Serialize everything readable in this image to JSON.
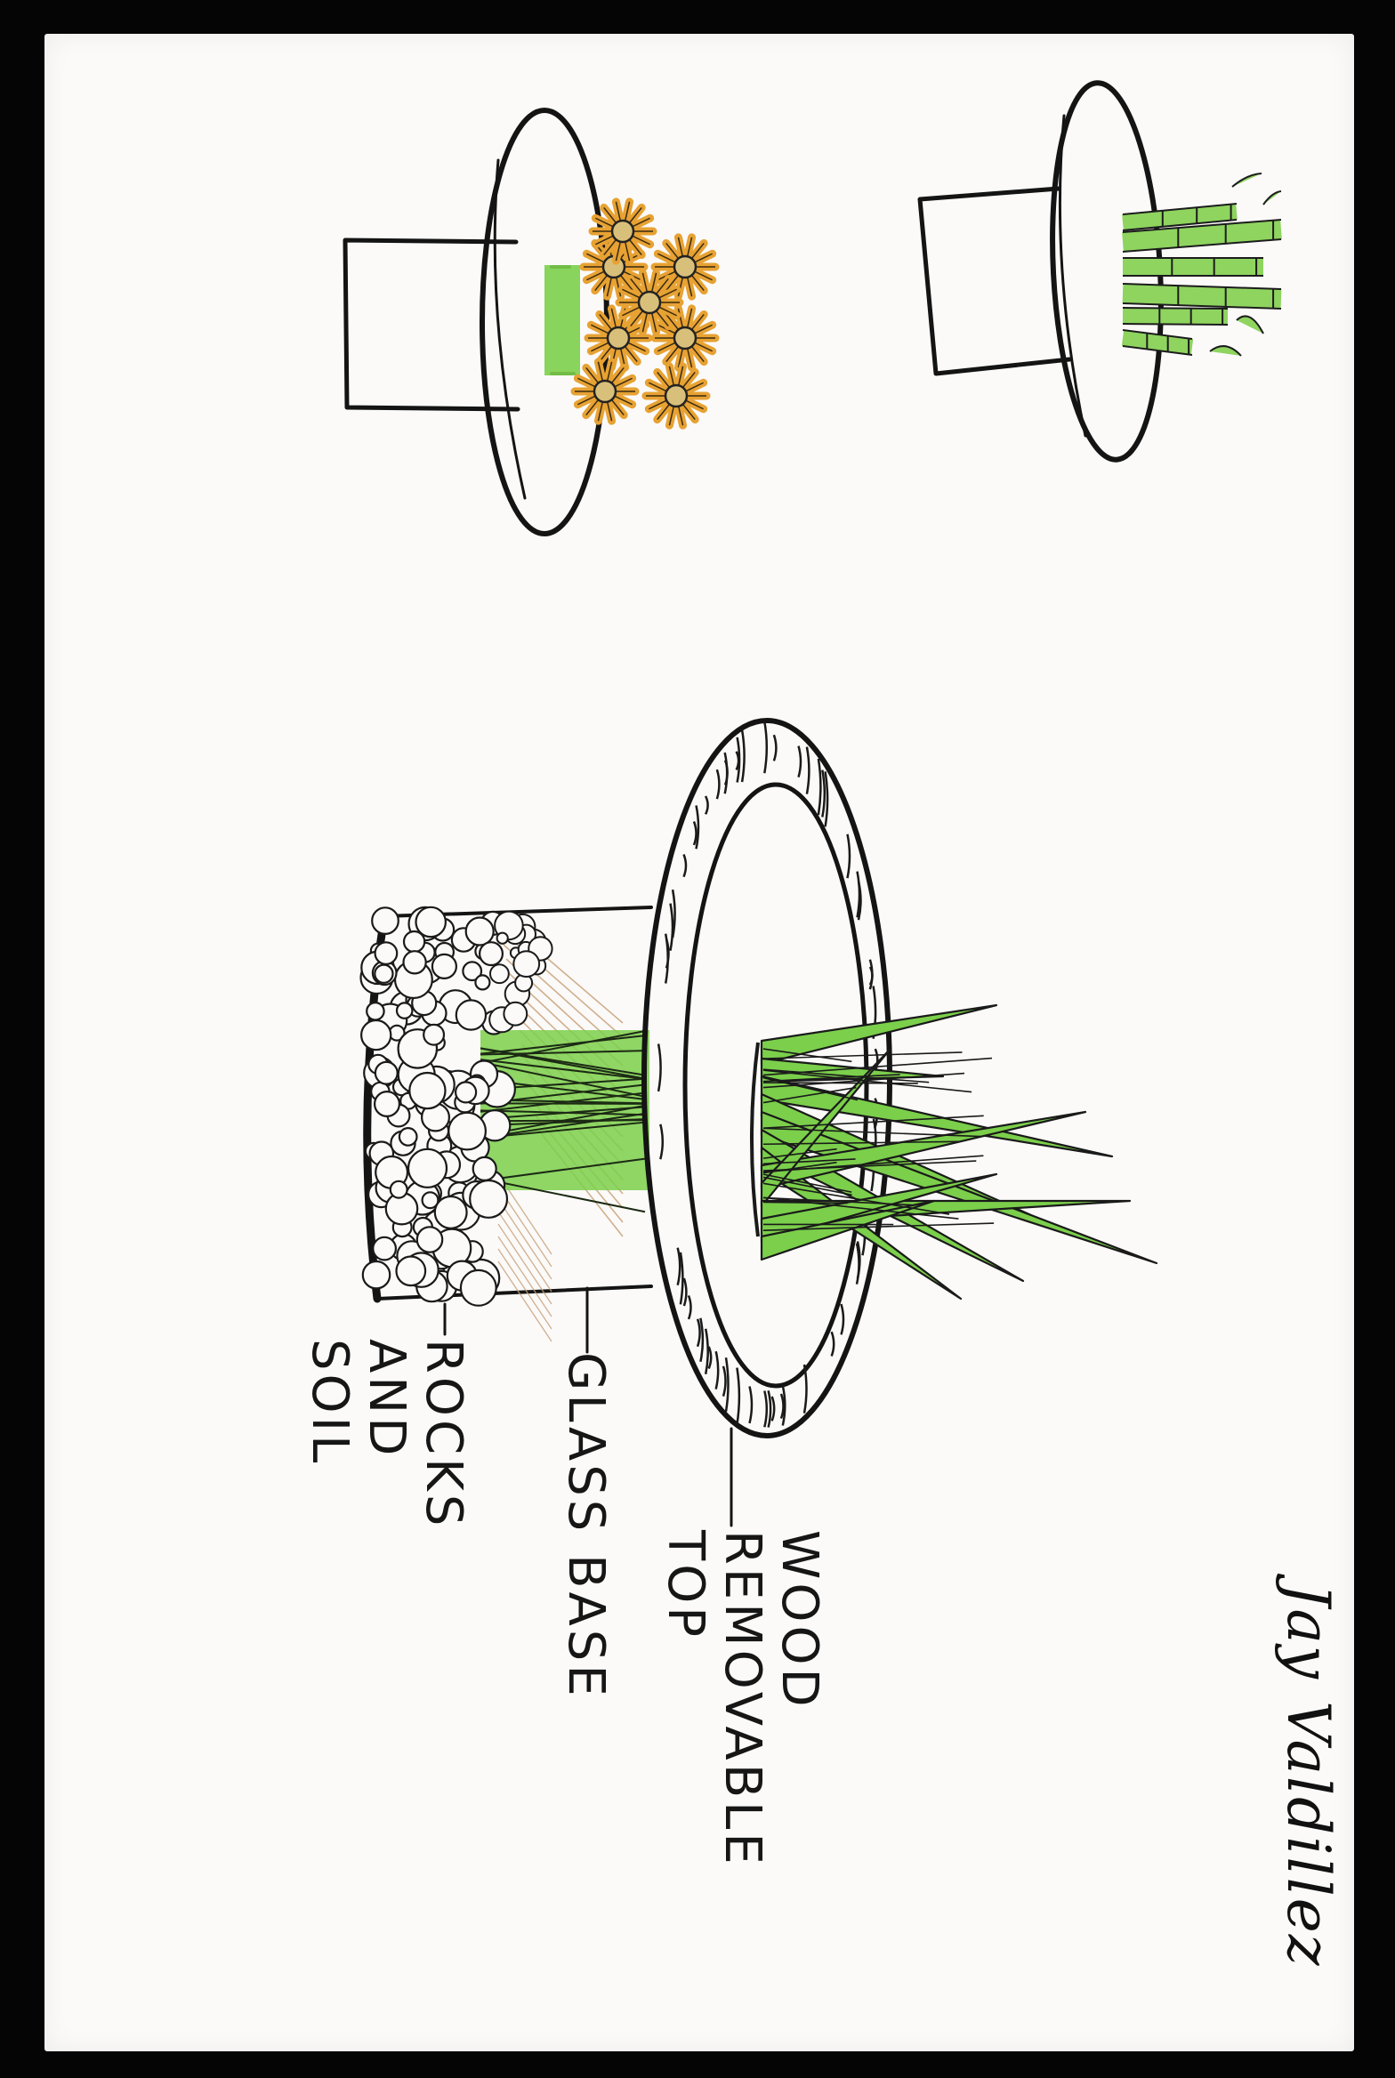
{
  "sheet": {
    "paper_color": "#fbfaf9",
    "background_color": "#050505"
  },
  "labels": {
    "rocks_and_soil": [
      "ROCKS",
      "AND",
      "SOIL"
    ],
    "glass_base": [
      "GLASS BASE"
    ],
    "wood_removable_top": [
      "WOOD",
      "REMOVABLE",
      "TOP"
    ]
  },
  "signature": "Jay Valdillez",
  "colors": {
    "grass_green": "#7bcf4b",
    "daisy_petal": "#e7a233",
    "daisy_center": "#d9c07a",
    "bamboo_green": "#8ed45f",
    "wood_grain": "#1a1a1a",
    "glass_tint": "#c9a27a"
  },
  "icons": {
    "daisy_variant": "daisy-bouquet-icon",
    "bamboo_variant": "bamboo-icon",
    "main_planter": "grass-planter-icon"
  }
}
